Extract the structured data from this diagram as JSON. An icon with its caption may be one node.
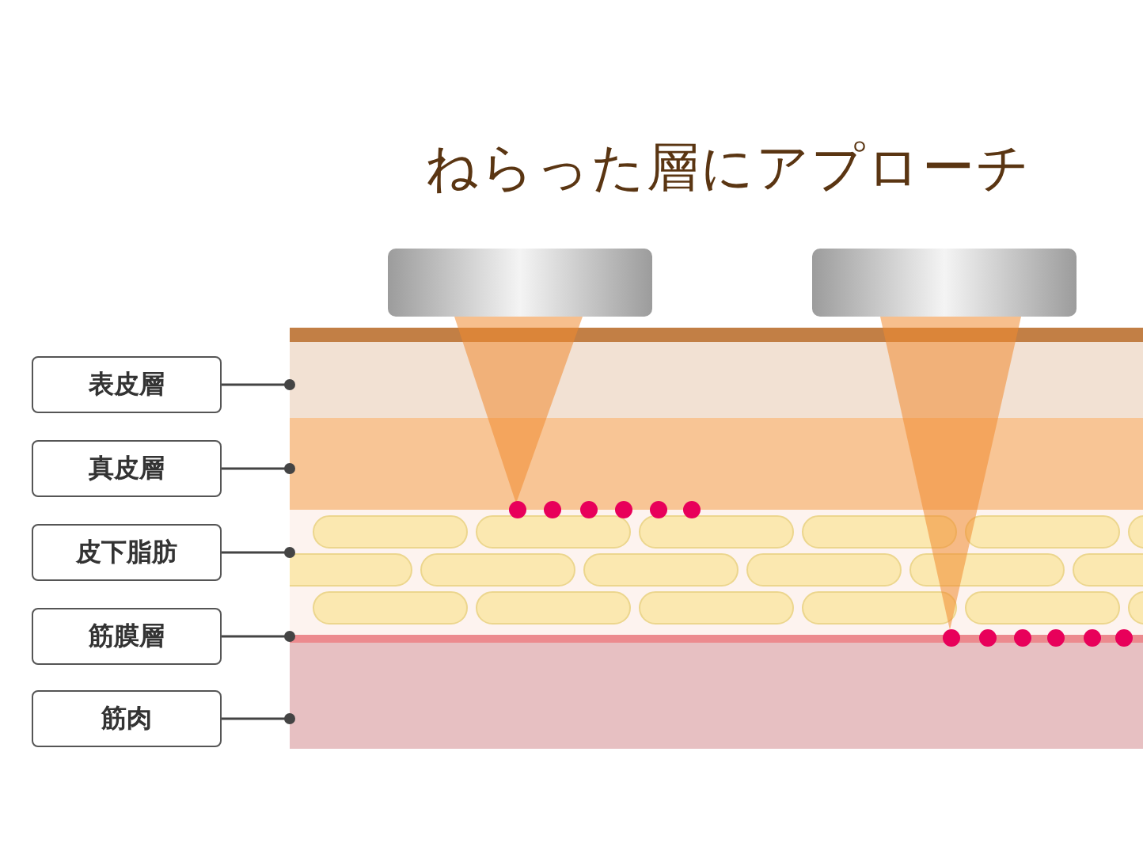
{
  "diagram": {
    "title": "ねらった層にアプローチ",
    "nodes": [
      {
        "text": [
          "表皮層"
        ]
      },
      {
        "text": [
          "真皮層"
        ]
      },
      {
        "text": [
          "皮下脂肪"
        ]
      },
      {
        "text": [
          "筋膜層"
        ]
      },
      {
        "text": [
          "筋肉"
        ]
      },
      {
        "text": [],
        "shape": "box"
      },
      {
        "text": [],
        "shape": "box"
      },
      {
        "text": [],
        "shape": "box"
      },
      {
        "text": [],
        "shape": "box"
      },
      {
        "text": [],
        "shape": "box"
      }
    ],
    "edges": [
      {
        "from": 0,
        "to": 5,
        "arrow": "other"
      },
      {
        "from": 1,
        "to": 6,
        "arrow": "other"
      },
      {
        "from": 2,
        "to": 7,
        "arrow": "other"
      },
      {
        "from": 3,
        "to": 8,
        "arrow": "other"
      },
      {
        "from": 4,
        "to": 9,
        "arrow": "other"
      }
    ]
  }
}
